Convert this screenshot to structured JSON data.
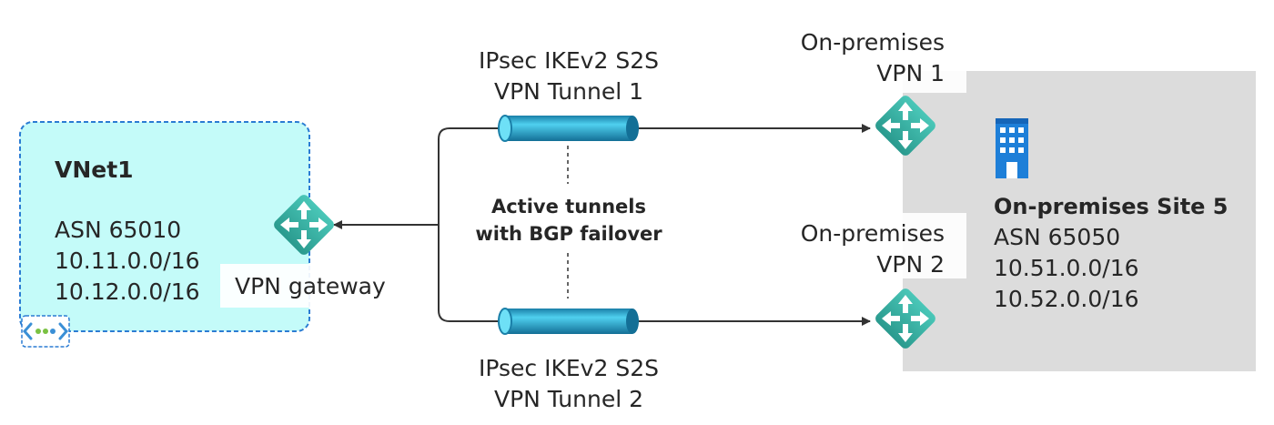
{
  "vnet": {
    "title": "VNet1",
    "asn": "ASN 65010",
    "prefixes": [
      "10.11.0.0/16",
      "10.12.0.0/16"
    ],
    "icon": "vnet-icon",
    "fill_color": "#c4fbf9",
    "border_color": "#2b7cd3"
  },
  "gateway": {
    "label": "VPN gateway",
    "icon": "router-icon"
  },
  "tunnels": [
    {
      "label_line1": "IPsec IKEv2 S2S",
      "label_line2": "VPN Tunnel 1"
    },
    {
      "label_line1": "IPsec IKEv2 S2S",
      "label_line2": "VPN Tunnel 2"
    }
  ],
  "active_note": {
    "line1": "Active tunnels",
    "line2": "with BGP failover"
  },
  "onprem_vpns": [
    {
      "line1": "On-premises",
      "line2": "VPN 1",
      "icon": "router-icon"
    },
    {
      "line1": "On-premises",
      "line2": "VPN 2",
      "icon": "router-icon"
    }
  ],
  "site": {
    "title": "On-premises Site 5",
    "asn": "ASN 65050",
    "prefixes": [
      "10.51.0.0/16",
      "10.52.0.0/16"
    ],
    "icon": "building-icon",
    "fill_color": "#dcdcdc"
  },
  "colors": {
    "router": "#3eb5a8",
    "tunnel": "#2aa8c8",
    "building": "#1e7fd8"
  }
}
